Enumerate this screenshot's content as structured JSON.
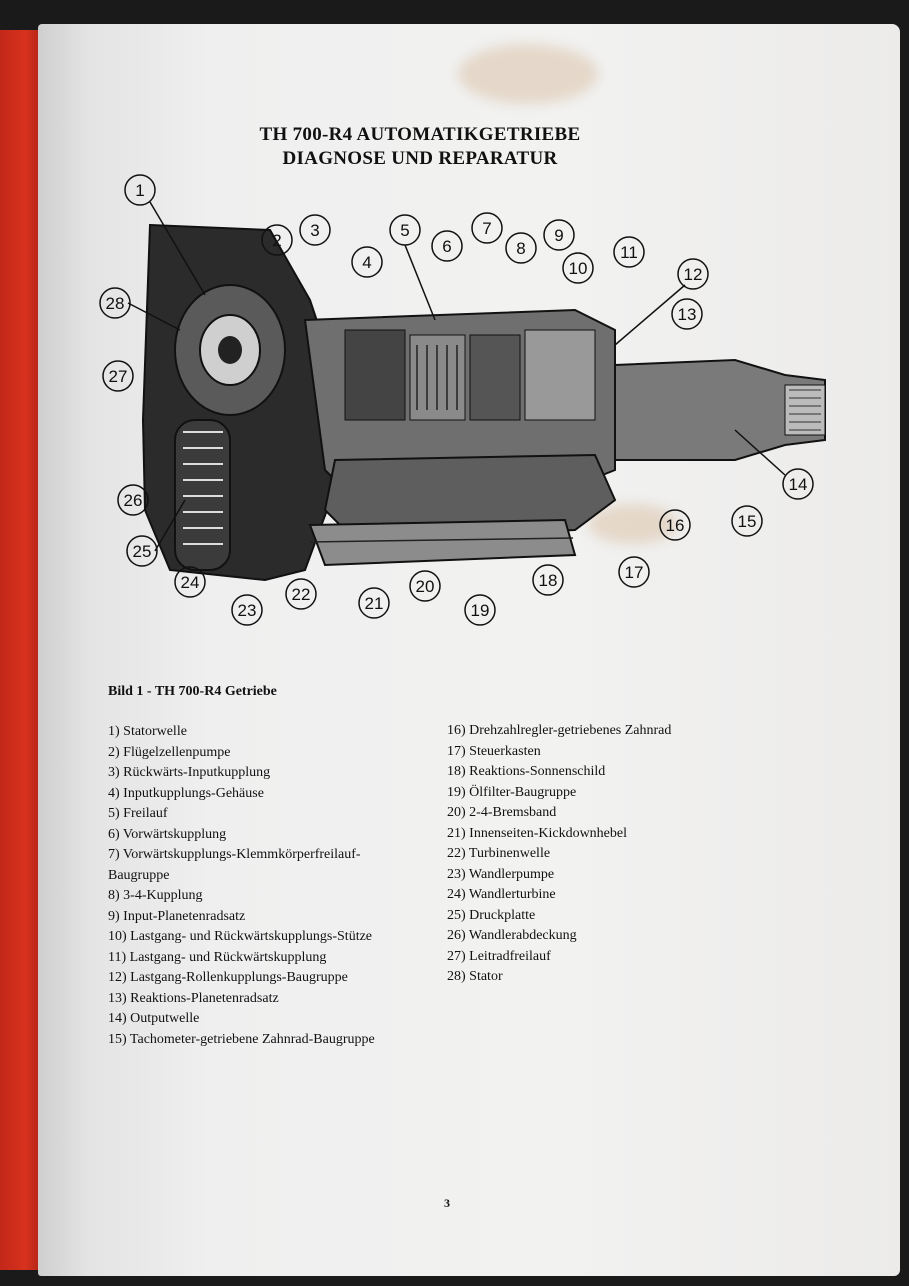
{
  "header": {
    "title_line1": "TH     700-R4 AUTOMATIKGETRIEBE",
    "title_line2": "DIAGNOSE UND REPARATUR"
  },
  "figure": {
    "caption": "Bild 1 - TH     700-R4 Getriebe",
    "callout_numbers": [
      "1",
      "2",
      "3",
      "4",
      "5",
      "6",
      "7",
      "8",
      "9",
      "10",
      "11",
      "12",
      "13",
      "14",
      "15",
      "16",
      "17",
      "18",
      "19",
      "20",
      "21",
      "22",
      "23",
      "24",
      "25",
      "26",
      "27",
      "28"
    ]
  },
  "legend_left": [
    "1) Statorwelle",
    "2) Flügelzellenpumpe",
    "3) Rückwärts-Inputkupplung",
    "4) Inputkupplungs-Gehäuse",
    "5) Freilauf",
    "6) Vorwärtskupplung",
    "7) Vorwärtskupplungs-Klemmkörperfreilauf-",
    "    Baugruppe",
    "8) 3-4-Kupplung",
    "9) Input-Planetenradsatz",
    "10) Lastgang- und Rückwärtskupplungs-Stütze",
    "11) Lastgang- und Rückwärtskupplung",
    "12) Lastgang-Rollenkupplungs-Baugruppe",
    "13) Reaktions-Planetenradsatz",
    "14) Outputwelle",
    "15) Tachometer-getriebene Zahnrad-Baugruppe"
  ],
  "legend_right": [
    "16) Drehzahlregler-getriebenes Zahnrad",
    "17) Steuerkasten",
    "18) Reaktions-Sonnenschild",
    "19) Ölfilter-Baugruppe",
    "20) 2-4-Bremsband",
    "21) Innenseiten-Kickdownhebel",
    "22) Turbinenwelle",
    "23) Wandlerpumpe",
    "24) Wandlerturbine",
    "25) Druckplatte",
    "26) Wandlerabdeckung",
    "27) Leitradfreilauf",
    "28) Stator"
  ],
  "footer": {
    "page_number": "3"
  }
}
